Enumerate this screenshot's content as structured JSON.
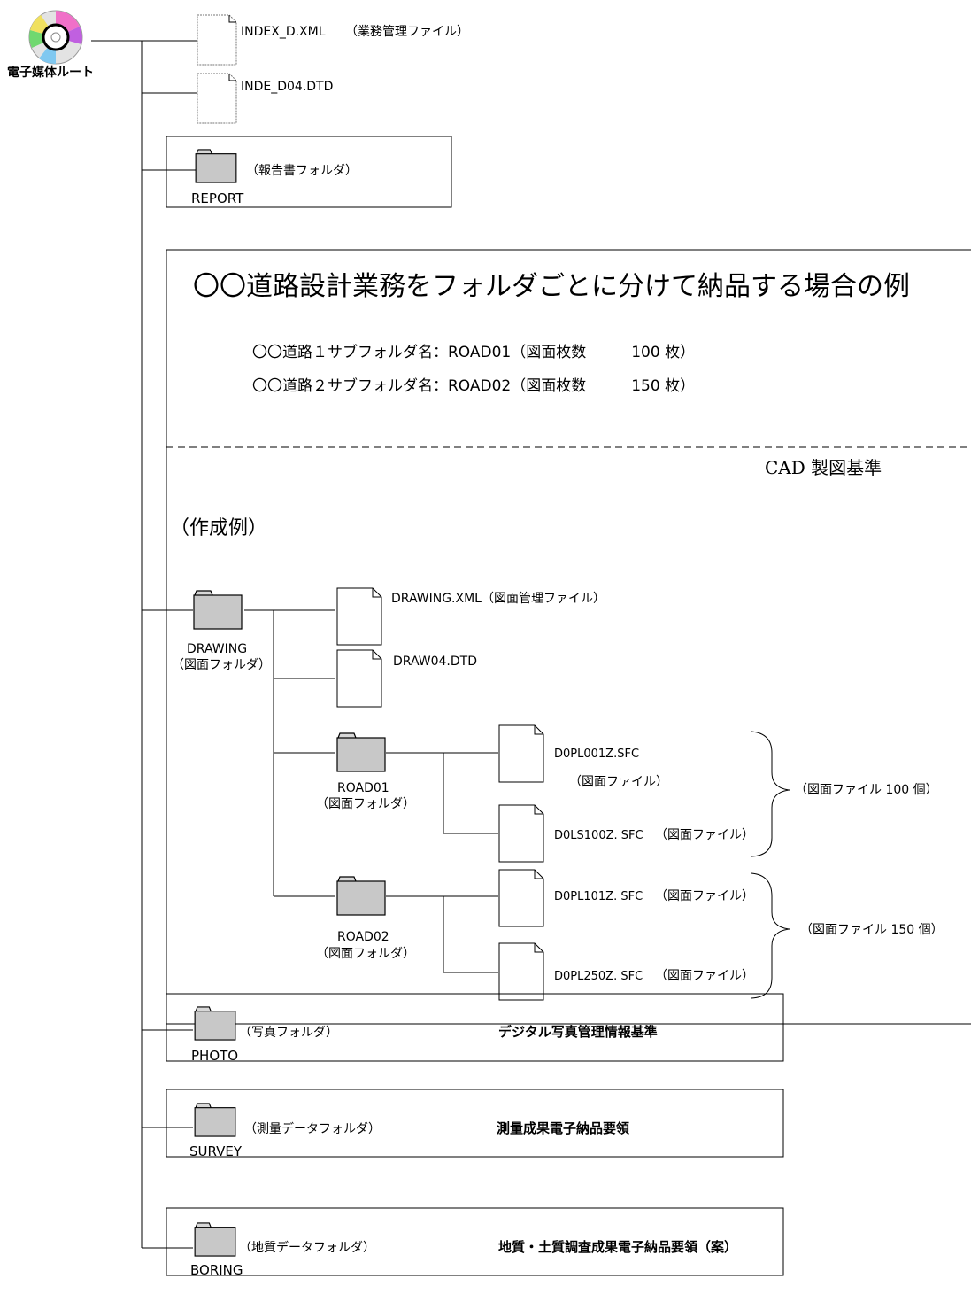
{
  "root": {
    "label": "電子媒体ルート",
    "icon": "cd-disc-icon"
  },
  "top_files": [
    {
      "name": "INDEX_D.XML",
      "note": "（業務管理ファイル）"
    },
    {
      "name": "INDE_D04.DTD",
      "note": ""
    }
  ],
  "report_folder": {
    "name": "REPORT",
    "desc": "（報告書フォルダ）"
  },
  "example": {
    "title": "〇〇道路設計業務をフォルダごとに分けて納品する場合の例",
    "lines": [
      "〇〇道路１サブフォルダ名：ROAD01（図面枚数　　　100 枚）",
      "〇〇道路２サブフォルダ名：ROAD02（図面枚数　　　150 枚）"
    ],
    "standard": "CAD 製図基準",
    "sakusei": "（作成例）"
  },
  "drawing": {
    "folder": "DRAWING",
    "folder_desc": "（図面フォルダ）",
    "xml": "DRAWING.XML（図面管理ファイル）",
    "dtd": "DRAW04.DTD"
  },
  "road01": {
    "folder": "ROAD01",
    "folder_desc": "（図面フォルダ）",
    "file1": "D0PL001Z.SFC",
    "file1_desc": "（図面ファイル）",
    "file2": "D0LS100Z. SFC",
    "file2_desc": "（図面ファイル）",
    "group_note": "（図面ファイル 100 個）"
  },
  "road02": {
    "folder": "ROAD02",
    "folder_desc": "（図面フォルダ）",
    "file1": "D0PL101Z. SFC",
    "file1_desc": "（図面ファイル）",
    "file2": "D0PL250Z. SFC",
    "file2_desc": "（図面ファイル）",
    "group_note": "（図面ファイル 150 個）"
  },
  "photo": {
    "folder": "PHOTO",
    "desc": "（写真フォルダ）",
    "standard": "デジタル写真管理情報基準"
  },
  "survey": {
    "folder": "SURVEY",
    "desc": "（測量データフォルダ）",
    "standard": "測量成果電子納品要領"
  },
  "boring": {
    "folder": "BORING",
    "desc": "（地質データフォルダ）",
    "standard": "地質・土質調査成果電子納品要領（案）"
  },
  "colors": {
    "line": "#000000",
    "folder_fill": "#c8c8c8",
    "paper": "#ffffff"
  }
}
